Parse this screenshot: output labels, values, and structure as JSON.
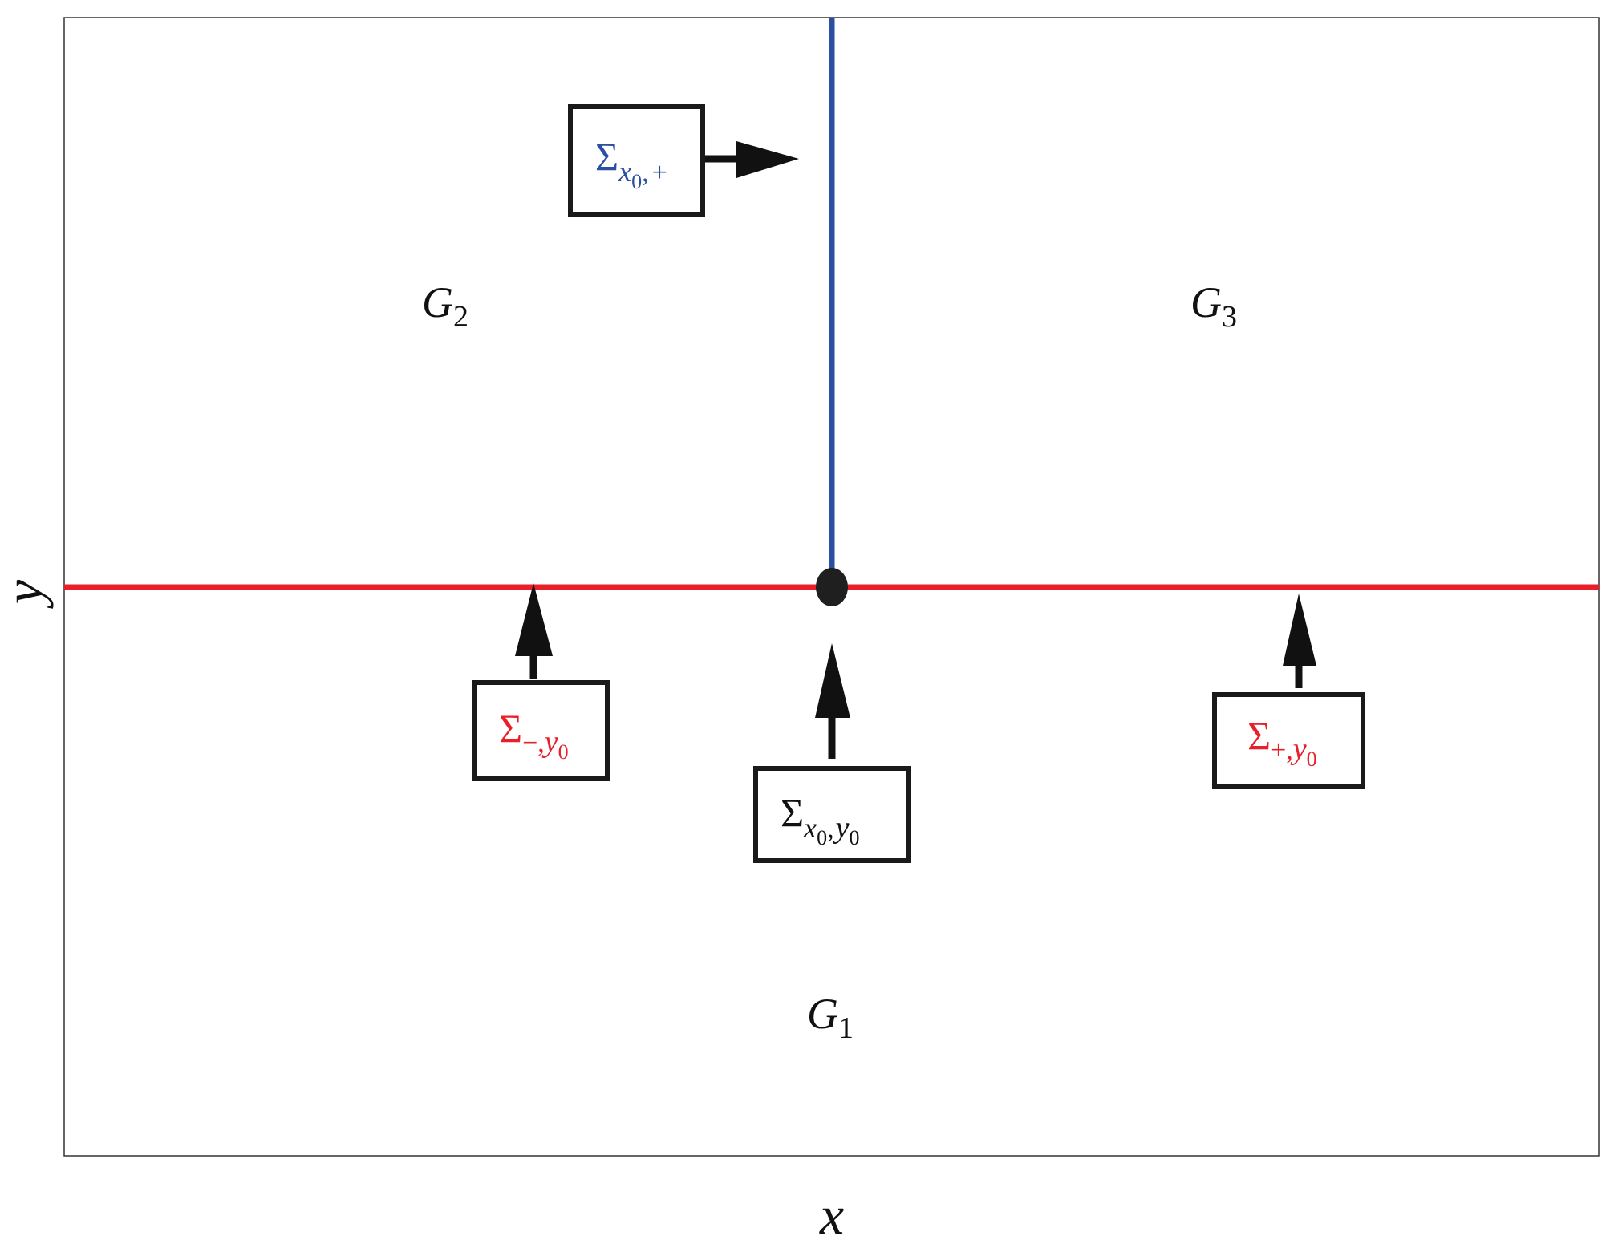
{
  "axes": {
    "x_label": "x",
    "y_label": "y"
  },
  "regions": [
    {
      "id": "G1",
      "letter": "G",
      "sub": "1"
    },
    {
      "id": "G2",
      "letter": "G",
      "sub": "2"
    },
    {
      "id": "G3",
      "letter": "G",
      "sub": "3"
    }
  ],
  "boxes": {
    "sigma_x0_plus": {
      "symbol": "Σ",
      "sub_a": "x",
      "sub_a_sub": "0",
      "sep": ",",
      "sub_b": "+",
      "color": "#2B4FA3"
    },
    "sigma_minus_y0": {
      "symbol": "Σ",
      "sub_a": "−",
      "sep": ",",
      "sub_b": "y",
      "sub_b_sub": "0",
      "color": "#E8202A"
    },
    "sigma_x0_y0": {
      "symbol": "Σ",
      "sub_a": "x",
      "sub_a_sub": "0",
      "sep": ",",
      "sub_b": "y",
      "sub_b_sub": "0",
      "color": "#111111"
    },
    "sigma_plus_y0": {
      "symbol": "Σ",
      "sub_a": "+",
      "sep": ",",
      "sub_b": "y",
      "sub_b_sub": "0",
      "color": "#E8202A"
    }
  },
  "colors": {
    "horizontal_line": "#E8202A",
    "vertical_line": "#2B4FA3",
    "frame": "#333333",
    "box_border": "#1a1a1a",
    "arrow": "#111111"
  }
}
